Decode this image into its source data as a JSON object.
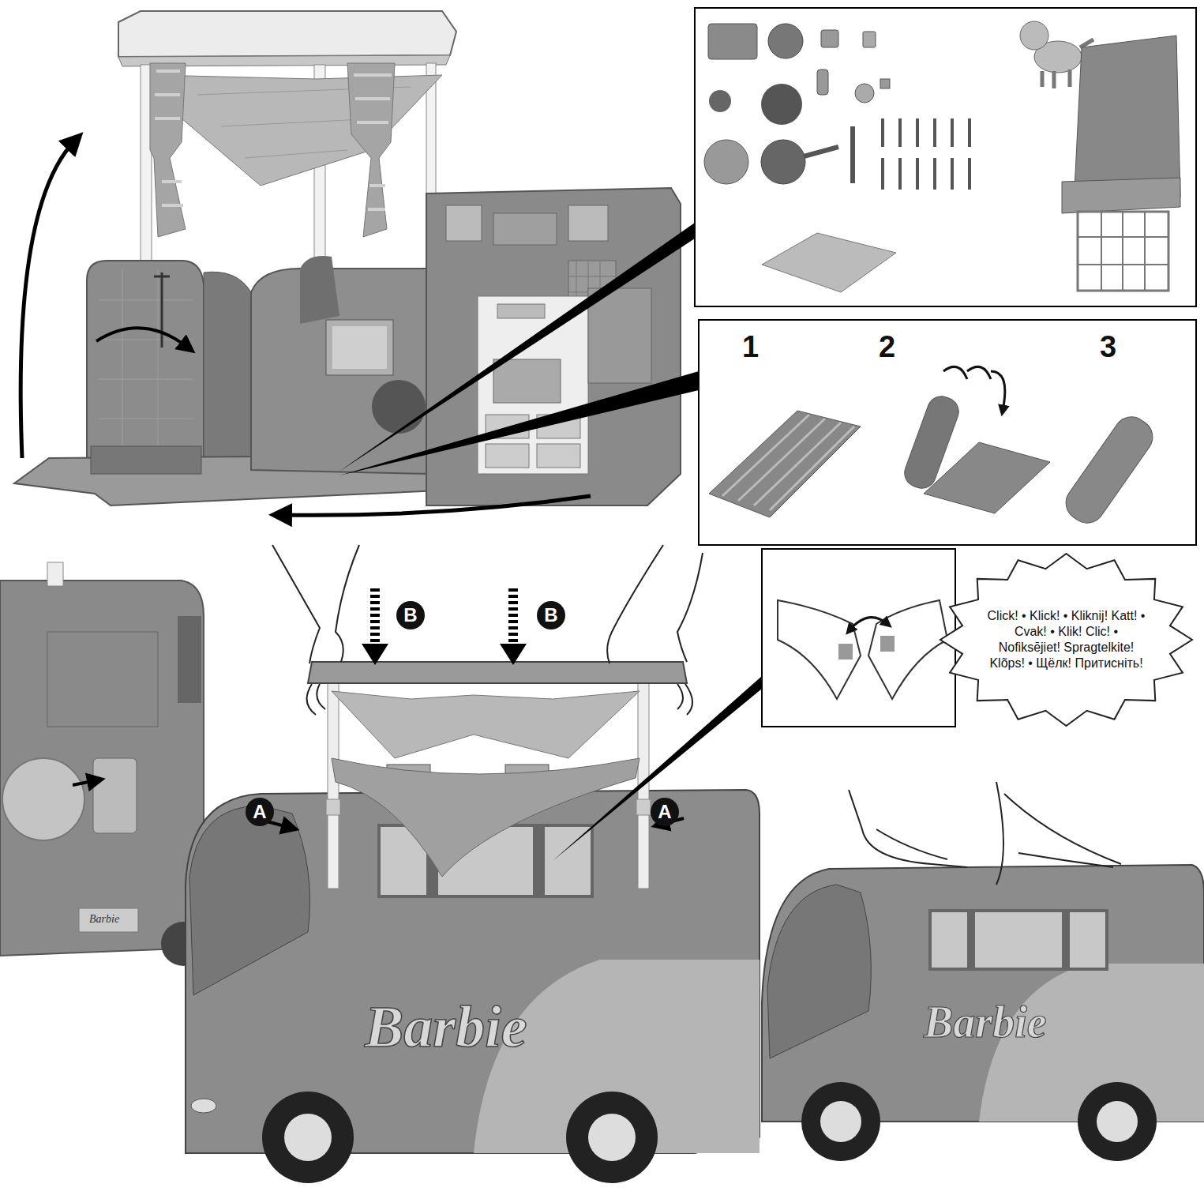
{
  "diagram": {
    "nodes": [
      {
        "text": [
          "B"
        ]
      },
      {
        "text": [
          "B"
        ]
      },
      {
        "text": [
          "Click! • Klick! • Kliknij! Katt! • Cvak! • Klik! Clic! • Nofiksējiet! Spragtelkite! Klõps! • Щёлк! Притисніть!"
        ]
      },
      {
        "text": [
          "A"
        ]
      },
      {
        "text": [
          "A"
        ]
      }
    ],
    "labels": [
      "1",
      "2",
      "3",
      "Barbie",
      "Barbie",
      "Barbie"
    ]
  }
}
